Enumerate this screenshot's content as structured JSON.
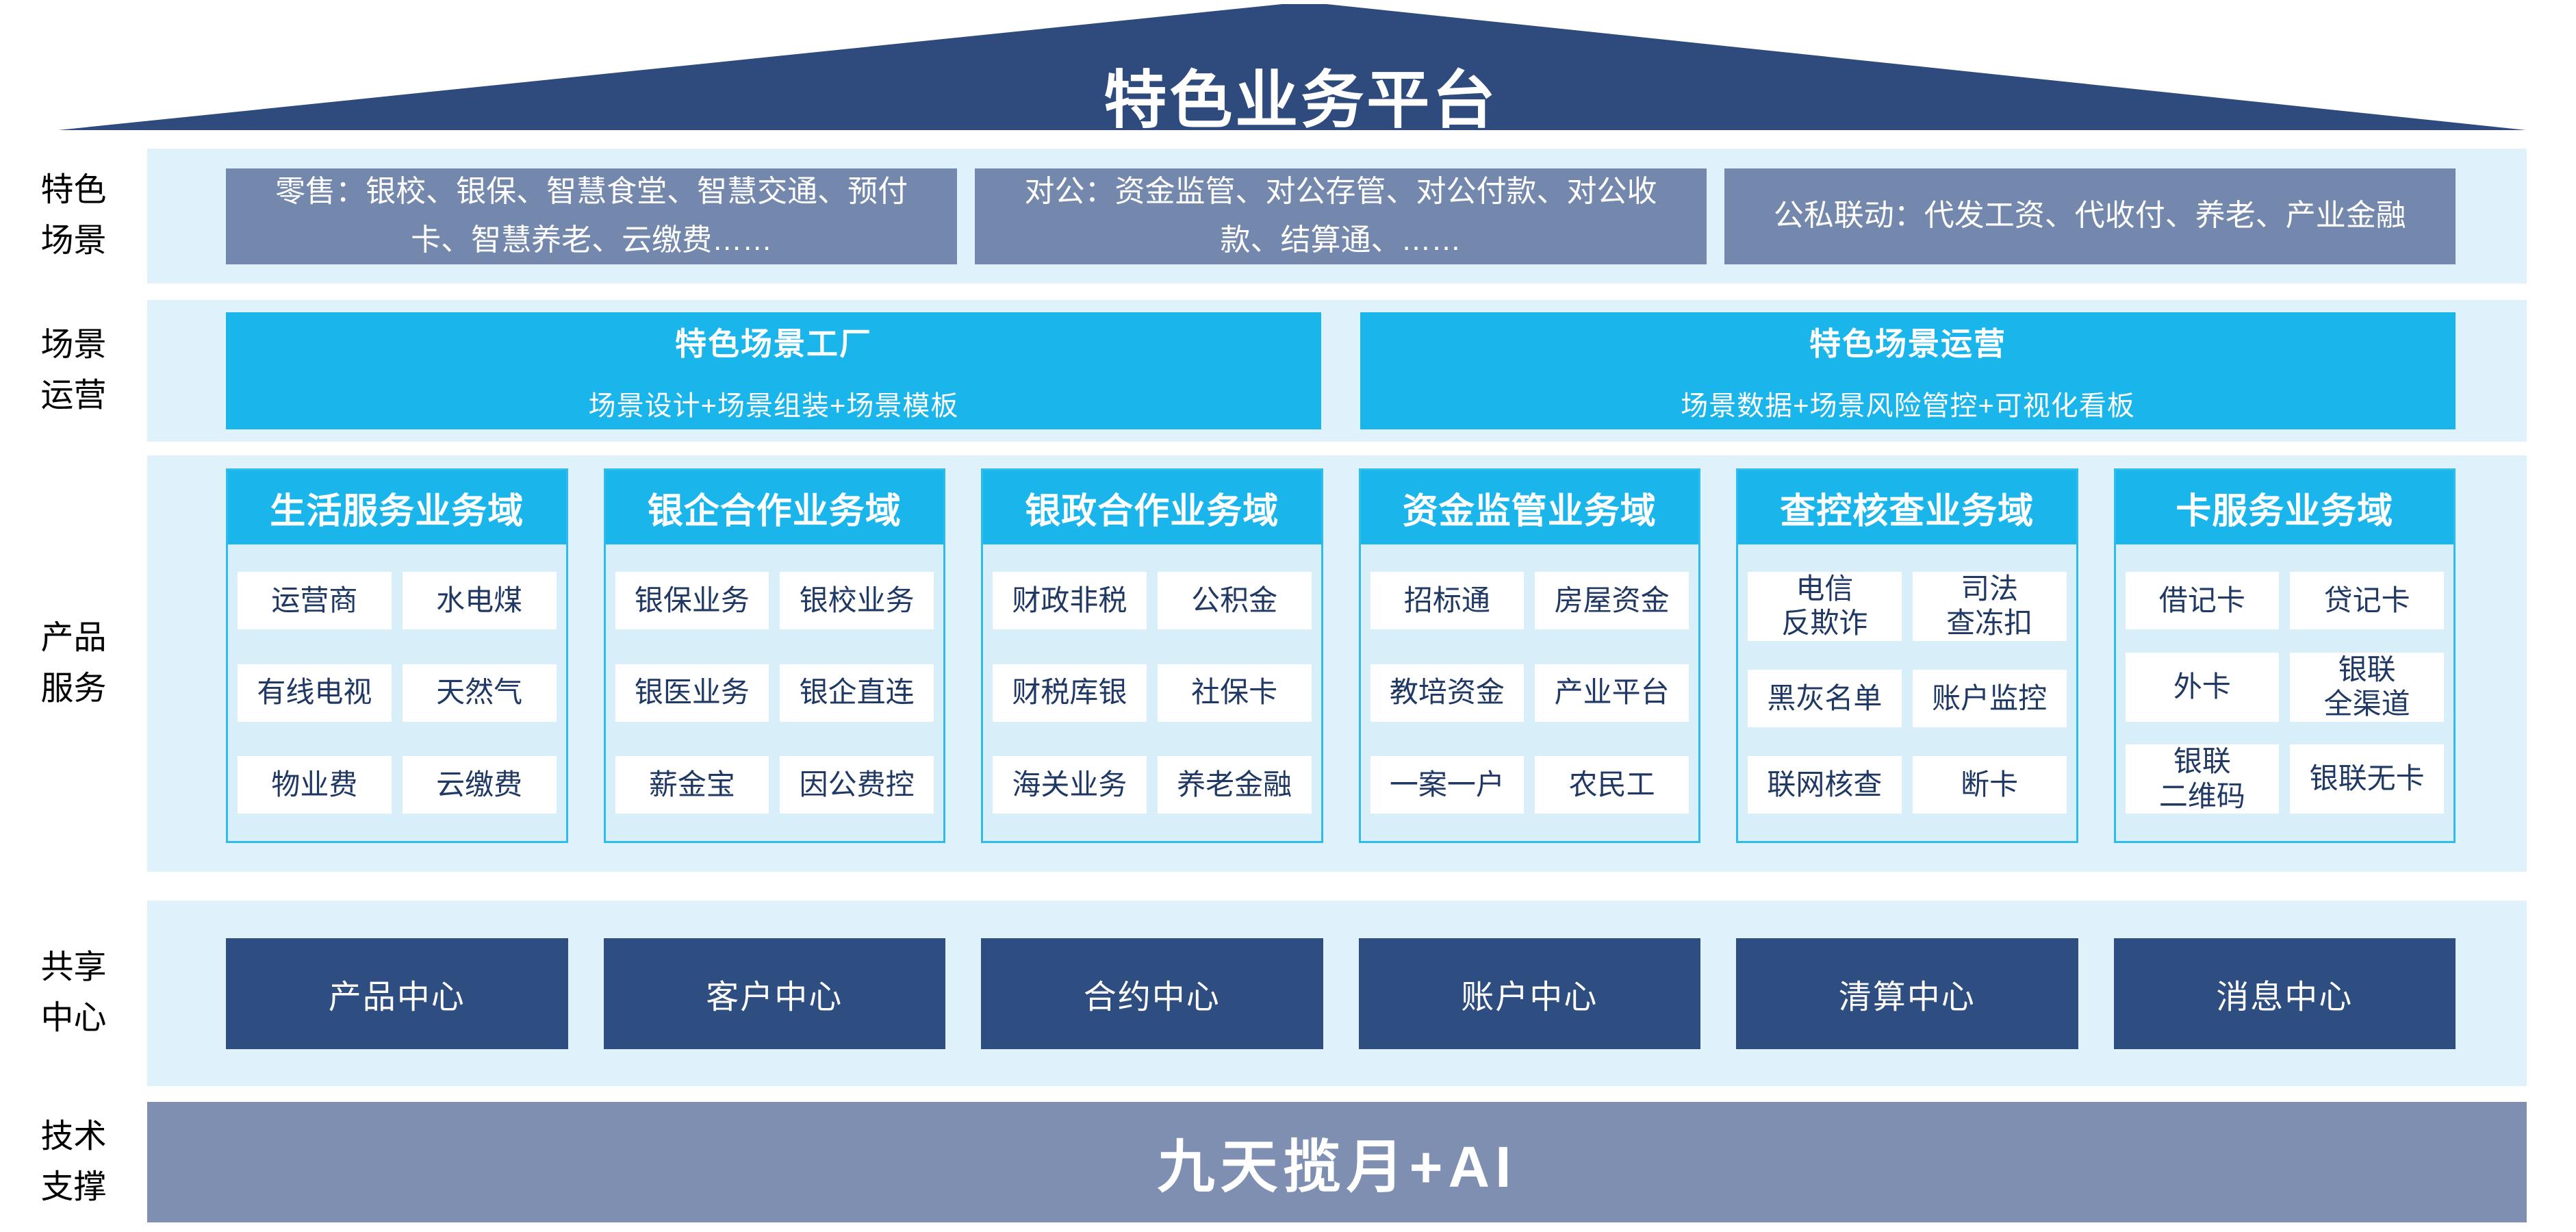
{
  "roof": {
    "title": "特色业务平台"
  },
  "rows": {
    "scenes": {
      "label": "特色\n场景",
      "boxes": [
        {
          "text": "零售：银校、银保、智慧食堂、智慧交通、预付\n卡、智慧养老、云缴费……"
        },
        {
          "text": "对公：资金监管、对公存管、对公付款、对公收\n款、结算通、……"
        },
        {
          "text": "公私联动：代发工资、代收付、养老、产业金融"
        }
      ]
    },
    "operations": {
      "label": "场景\n运营",
      "boxes": [
        {
          "title": "特色场景工厂",
          "subtitle": "场景设计+场景组装+场景模板"
        },
        {
          "title": "特色场景运营",
          "subtitle": "场景数据+场景风险管控+可视化看板"
        }
      ]
    },
    "products": {
      "label": "产品\n服务",
      "columns": [
        {
          "header": "生活服务业务域",
          "cells": [
            "运营商",
            "水电煤",
            "有线电视",
            "天然气",
            "物业费",
            "云缴费"
          ]
        },
        {
          "header": "银企合作业务域",
          "cells": [
            "银保业务",
            "银校业务",
            "银医业务",
            "银企直连",
            "薪金宝",
            "因公费控"
          ]
        },
        {
          "header": "银政合作业务域",
          "cells": [
            "财政非税",
            "公积金",
            "财税库银",
            "社保卡",
            "海关业务",
            "养老金融"
          ]
        },
        {
          "header": "资金监管业务域",
          "cells": [
            "招标通",
            "房屋资金",
            "教培资金",
            "产业平台",
            "一案一户",
            "农民工"
          ]
        },
        {
          "header": "查控核查业务域",
          "cells": [
            "电信\n反欺诈",
            "司法\n查冻扣",
            "黑灰名单",
            "账户监控",
            "联网核查",
            "断卡"
          ]
        },
        {
          "header": "卡服务业务域",
          "cells": [
            "借记卡",
            "贷记卡",
            "外卡",
            "银联\n全渠道",
            "银联\n二维码",
            "银联无卡"
          ]
        }
      ]
    },
    "centers": {
      "label": "共享\n中心",
      "boxes": [
        "产品中心",
        "客户中心",
        "合约中心",
        "账户中心",
        "清算中心",
        "消息中心"
      ]
    },
    "tech": {
      "label": "技术\n支撑",
      "text": "九天揽月+AI"
    }
  },
  "colors": {
    "roof_navy": "#2F4B7D",
    "scene_box_slate": "#7388AC",
    "accent_cyan": "#1AB5EA",
    "band_light_blue": "#DFF2FB",
    "panel_light_blue": "#D8EFFA",
    "panel_border_cyan": "#2FBCEB",
    "cell_text_navy": "#1F3864",
    "center_box_navy": "#2E4D80",
    "tech_bar_slate": "#7E8FB2"
  }
}
